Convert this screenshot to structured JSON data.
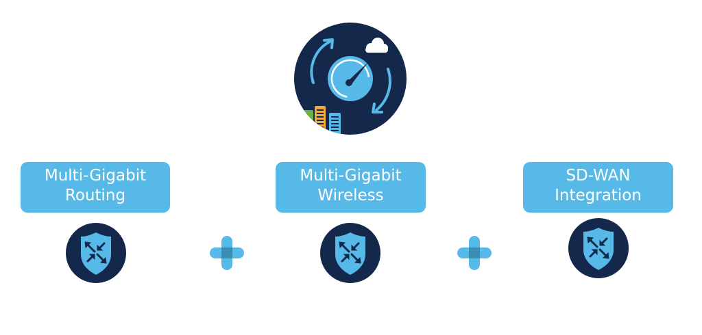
{
  "diagram": {
    "hero": {
      "icon": "speedometer-cycle-cloud-buildings-icon",
      "colors": {
        "background": "#14284b",
        "accent": "#56b9e7",
        "cloud": "#ffffff",
        "building_green": "#6cb33f",
        "building_orange": "#f2a93b",
        "building_blue": "#56b9e7"
      }
    },
    "features": [
      {
        "line1": "Multi-Gigabit",
        "line2": "Routing",
        "icon": "shield-arrows-icon"
      },
      {
        "line1": "Multi-Gigabit",
        "line2": "Wireless",
        "icon": "shield-arrows-icon"
      },
      {
        "line1": "SD-WAN",
        "line2": "Integration",
        "icon": "shield-arrows-icon"
      }
    ],
    "operators": [
      "plus",
      "plus"
    ],
    "colors": {
      "label_bg": "#56b9e7",
      "label_text": "#ffffff",
      "icon_bg": "#14284b",
      "shield": "#56b9e7",
      "plus": "#56b9e7",
      "plus_center": "#3a8db5"
    }
  }
}
